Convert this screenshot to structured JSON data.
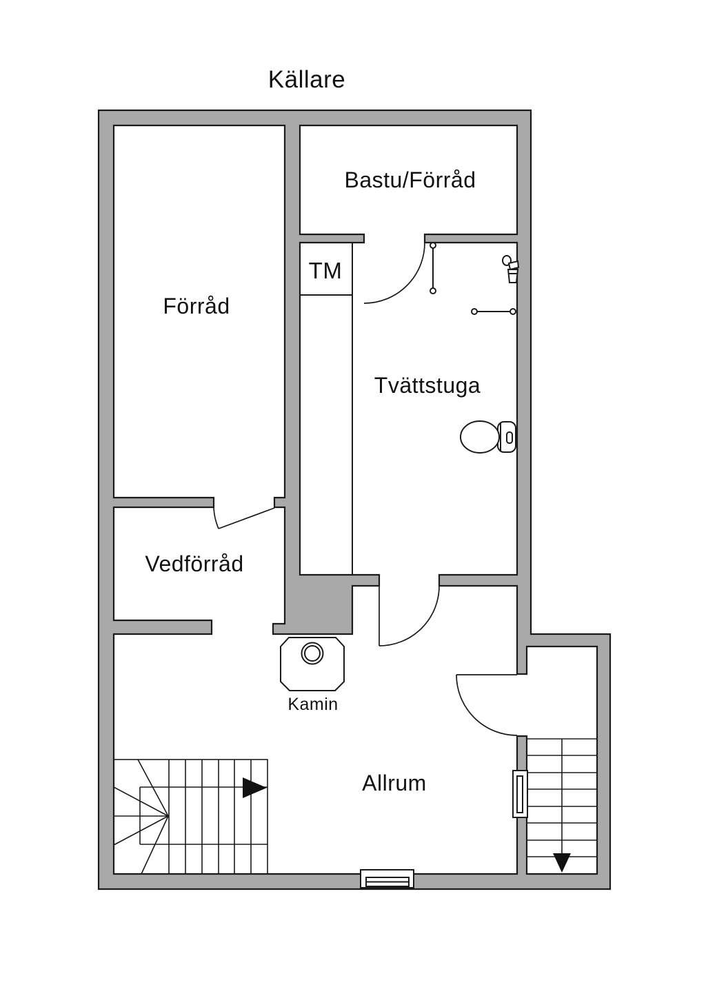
{
  "title": "Källare",
  "rooms": {
    "bastu": {
      "label": "Bastu/Förråd"
    },
    "forrad": {
      "label": "Förråd"
    },
    "tm": {
      "label": "TM"
    },
    "tvattstuga": {
      "label": "Tvättstuga"
    },
    "vedforrad": {
      "label": "Vedförråd"
    },
    "allrum": {
      "label": "Allrum"
    }
  },
  "fixtures": {
    "kamin": {
      "label": "Kamin"
    }
  },
  "icons": [
    "toilet-icon",
    "sink-icon",
    "fireplace-icon",
    "window-icon",
    "basement-window-icon",
    "stairs-up-arrow-icon",
    "stairs-down-arrow-icon",
    "door-arc-icon",
    "partition-posts-icon"
  ],
  "colors": {
    "wall_fill": "#a9a9a9",
    "line": "#1a1a1a",
    "background": "#ffffff",
    "arrow_fill": "#111111"
  }
}
